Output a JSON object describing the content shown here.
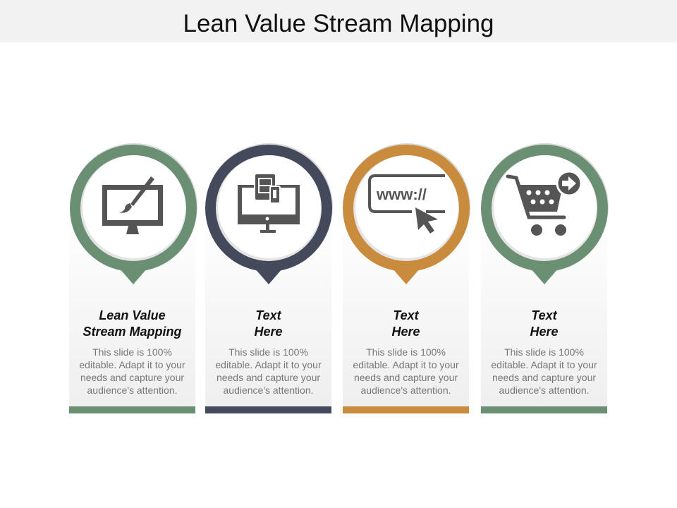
{
  "title": "Lean Value Stream Mapping",
  "colors": {
    "green": "#6a8f72",
    "navy": "#434a5b",
    "orange": "#c98c3c",
    "icon": "#555555"
  },
  "items": [
    {
      "heading_line1": "Lean Value",
      "heading_line2": "Stream Mapping",
      "body": "This slide is 100% editable. Adapt it to your needs and capture your audience's attention.",
      "icon": "monitor-paintbrush-icon",
      "color": "#6a8f72"
    },
    {
      "heading_line1": "Text",
      "heading_line2": "Here",
      "body": "This slide is 100% editable. Adapt it to your needs and capture your audience's attention.",
      "icon": "responsive-devices-icon",
      "color": "#434a5b"
    },
    {
      "heading_line1": "Text",
      "heading_line2": "Here",
      "body": "This slide is 100% editable. Adapt it to your needs and capture your audience's attention.",
      "icon": "www-cursor-icon",
      "color": "#c98c3c"
    },
    {
      "heading_line1": "Text",
      "heading_line2": "Here",
      "body": "This slide is 100% editable. Adapt it to your needs and capture your audience's attention.",
      "icon": "shopping-cart-arrow-icon",
      "color": "#6a8f72"
    }
  ],
  "icon_text": {
    "www": "www://"
  }
}
